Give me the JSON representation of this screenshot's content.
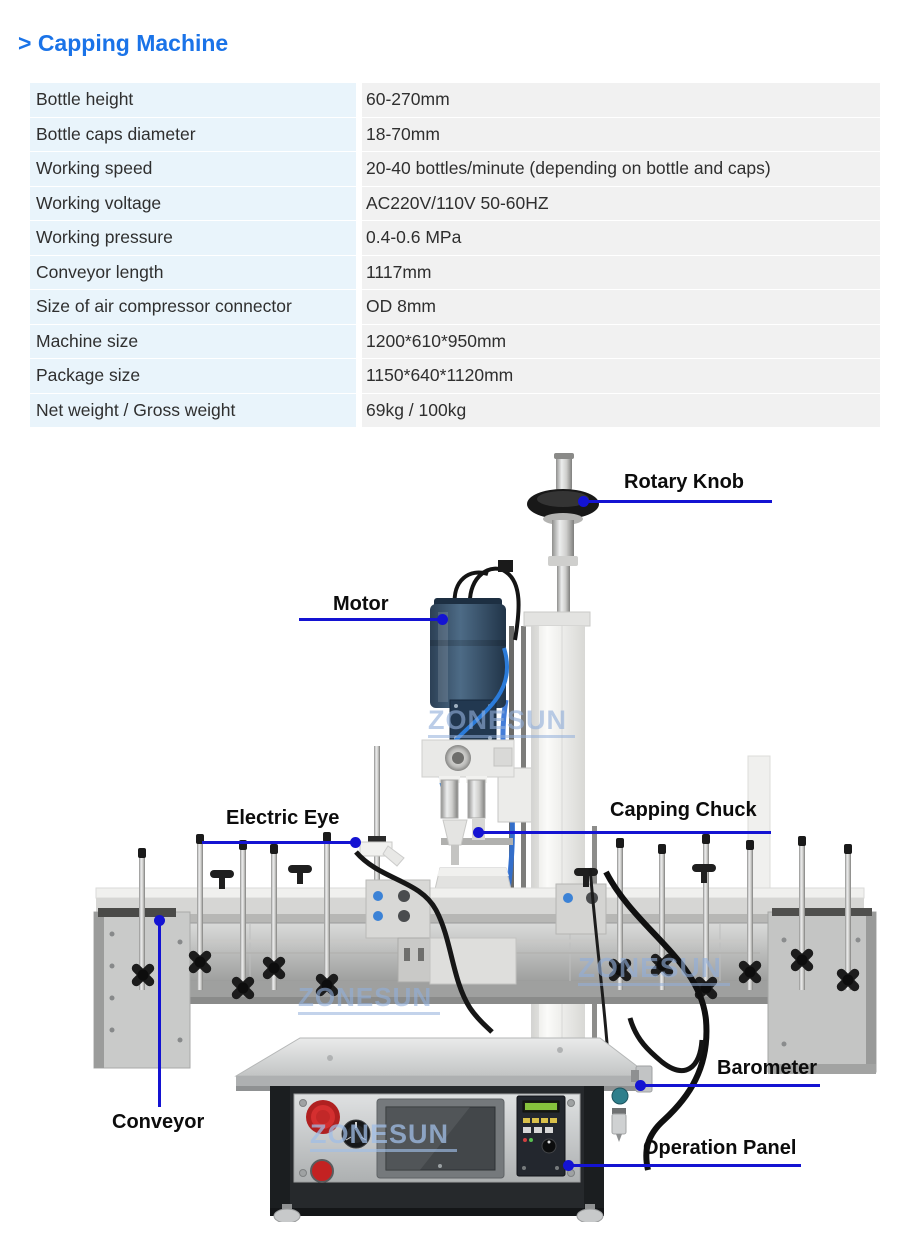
{
  "title": {
    "text": "> Capping Machine",
    "color": "#1a73e8"
  },
  "spec_table": {
    "label_bg": "#e9f4fb",
    "value_bg": "#f1f1f1",
    "rows": [
      {
        "label": "Bottle height",
        "value": "60-270mm"
      },
      {
        "label": "Bottle caps diameter",
        "value": "18-70mm"
      },
      {
        "label": "Working speed",
        "value": "20-40 bottles/minute (depending on bottle and caps)"
      },
      {
        "label": "Working voltage",
        "value": "AC220V/110V 50-60HZ"
      },
      {
        "label": "Working pressure",
        "value": "0.4-0.6 MPa"
      },
      {
        "label": "Conveyor length",
        "value": "1117mm"
      },
      {
        "label": "Size of air compressor connector",
        "value": "OD 8mm"
      },
      {
        "label": "Machine size",
        "value": "1200*610*950mm"
      },
      {
        "label": "Package size",
        "value": "1150*640*1120mm"
      },
      {
        "label": "Net weight / Gross weight",
        "value": "69kg / 100kg"
      }
    ]
  },
  "diagram": {
    "watermark": "ZONESUN",
    "callout_color": "#1413d2",
    "labels": {
      "rotary_knob": "Rotary Knob",
      "motor": "Motor",
      "electric_eye": "Electric Eye",
      "capping_chuck": "Capping Chuck",
      "conveyor": "Conveyor",
      "barometer": "Barometer",
      "operation_panel": "Operation Panel"
    }
  }
}
